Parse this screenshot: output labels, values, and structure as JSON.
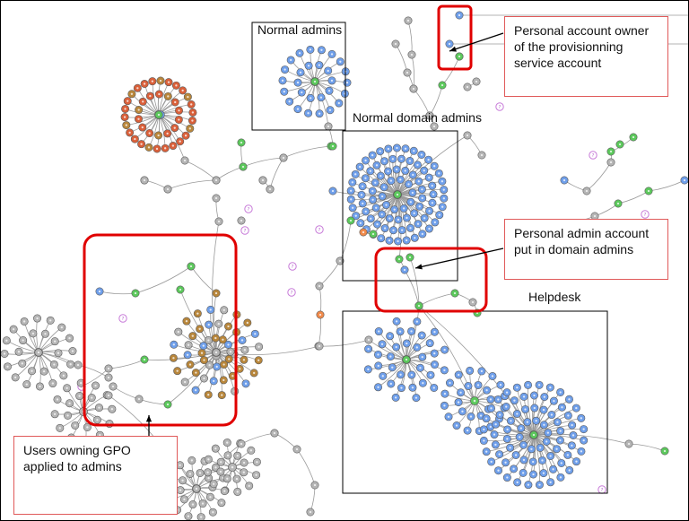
{
  "groups": {
    "normal_admins": "Normal admins",
    "normal_domain_admins": "Normal domain admins",
    "helpdesk": "Helpdesk"
  },
  "callouts": {
    "provisioning": "Personal account owner of the provisionning service account",
    "domain_admin": "Personal admin account put in domain admins",
    "gpo": "Users owning GPO applied to admins"
  },
  "node_kinds": {
    "user": "#6f9fea",
    "group": "#5cc95c",
    "computer": "#b5b5b5",
    "gpo": "#b8863b",
    "ou": "#d9603a",
    "orange": "#f08a4b",
    "unknown_marker": "?"
  },
  "node_glyph": "●"
}
